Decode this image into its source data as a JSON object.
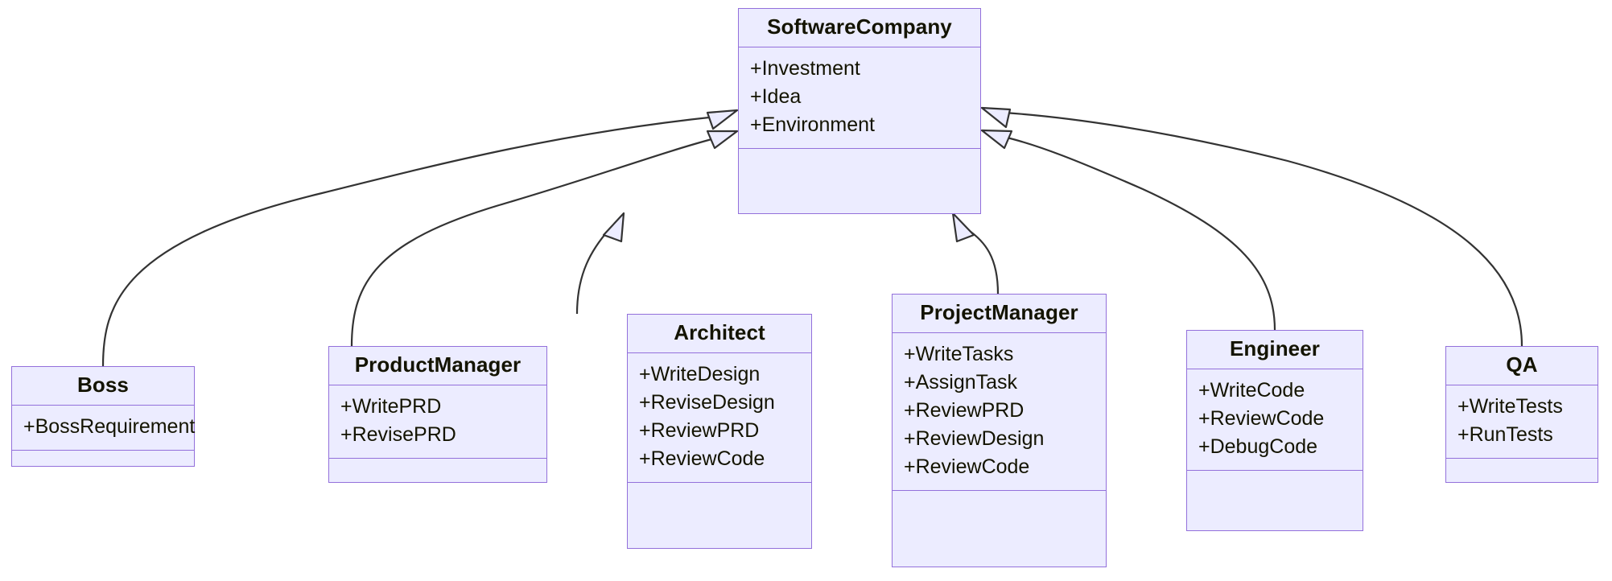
{
  "diagram": {
    "kind": "uml-class-diagram",
    "relationship": "inheritance",
    "colors": {
      "node_fill": "#ececff",
      "node_border": "#9370db",
      "edge_stroke": "#333333",
      "text": "#131300",
      "background": "#ffffff"
    },
    "classes": [
      {
        "id": "softwarecompany",
        "name": "SoftwareCompany",
        "attributes": [
          "+Investment",
          "+Idea",
          "+Environment"
        ],
        "methods": []
      },
      {
        "id": "boss",
        "name": "Boss",
        "attributes": [
          "+BossRequirement"
        ],
        "methods": []
      },
      {
        "id": "productmanager",
        "name": "ProductManager",
        "attributes": [
          "+WritePRD",
          "+RevisePRD"
        ],
        "methods": []
      },
      {
        "id": "architect",
        "name": "Architect",
        "attributes": [
          "+WriteDesign",
          "+ReviseDesign",
          "+ReviewPRD",
          "+ReviewCode"
        ],
        "methods": []
      },
      {
        "id": "projectmanager",
        "name": "ProjectManager",
        "attributes": [
          "+WriteTasks",
          "+AssignTask",
          "+ReviewPRD",
          "+ReviewDesign",
          "+ReviewCode"
        ],
        "methods": []
      },
      {
        "id": "engineer",
        "name": "Engineer",
        "attributes": [
          "+WriteCode",
          "+ReviewCode",
          "+DebugCode"
        ],
        "methods": []
      },
      {
        "id": "qa",
        "name": "QA",
        "attributes": [
          "+WriteTests",
          "+RunTests"
        ],
        "methods": []
      }
    ],
    "edges": [
      {
        "from": "boss",
        "to": "softwarecompany",
        "type": "generalization"
      },
      {
        "from": "productmanager",
        "to": "softwarecompany",
        "type": "generalization"
      },
      {
        "from": "architect",
        "to": "softwarecompany",
        "type": "generalization"
      },
      {
        "from": "projectmanager",
        "to": "softwarecompany",
        "type": "generalization"
      },
      {
        "from": "engineer",
        "to": "softwarecompany",
        "type": "generalization"
      },
      {
        "from": "qa",
        "to": "softwarecompany",
        "type": "generalization"
      }
    ]
  }
}
